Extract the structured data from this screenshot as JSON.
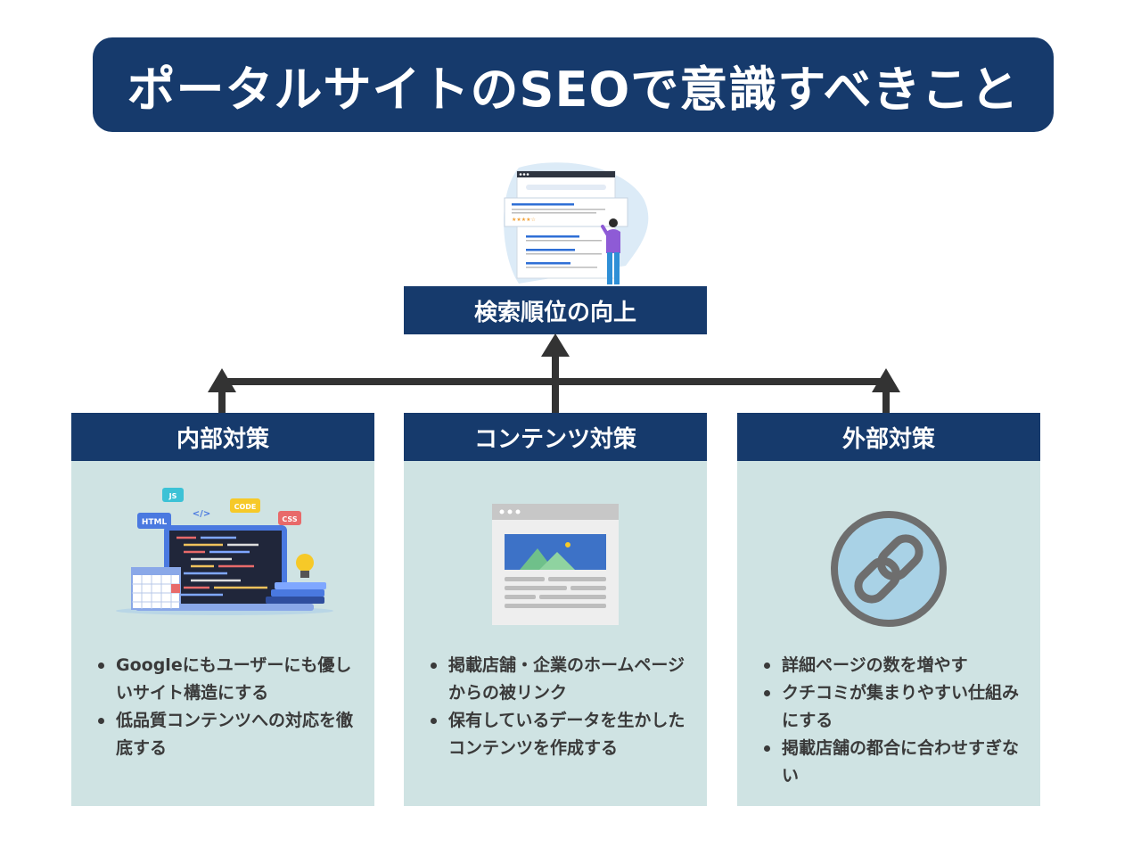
{
  "title": "ポータルサイトのSEOで意識すべきこと",
  "goal": "検索順位の向上",
  "cards": [
    {
      "heading": "内部対策",
      "illustration": "code-editor-icon",
      "badges": {
        "js": "JS",
        "code": "CODE",
        "css": "CSS",
        "html": "HTML",
        "tag": "</>"
      },
      "items": [
        "Googleにもユーザーにも優しいサイト構造にする",
        "低品質コンテンツへの対応を徹底する"
      ]
    },
    {
      "heading": "コンテンツ対策",
      "illustration": "web-page-icon",
      "items": [
        "掲載店舗・企業のホームページからの被リンク",
        "保有しているデータを生かしたコンテンツを作成する"
      ]
    },
    {
      "heading": "外部対策",
      "illustration": "link-icon",
      "items": [
        "詳細ページの数を増やす",
        "クチコミが集まりやすい仕組みにする",
        "掲載店舗の都合に合わせすぎない"
      ]
    }
  ],
  "colors": {
    "navy": "#163a6c",
    "card_bg": "#cfe3e3",
    "arrow": "#333333"
  }
}
